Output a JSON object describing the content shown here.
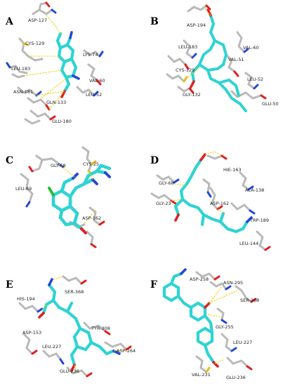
{
  "figure": {
    "colors": {
      "ligand": "#2fd3d3",
      "ligand_dark": "#12a5a5",
      "residue": "#b9b9b9",
      "residue_dark": "#8e8e8e",
      "oxygen": "#e02020",
      "nitrogen": "#2448d8",
      "sulfur": "#e0c020",
      "hbond": "#e8d000",
      "chlorine": "#22c030"
    },
    "panels": [
      {
        "label": "A",
        "residues": [
          "ASP-127",
          "CYS-129",
          "LYS-74",
          "LEU-183",
          "VAL-60",
          "ASN-181",
          "GLN-133",
          "LEU-52",
          "GLU-180"
        ]
      },
      {
        "label": "B",
        "residues": [
          "ASP-194",
          "LEU-183",
          "VAL-60",
          "VAL-51",
          "CYS-129",
          "GLY-132",
          "LEU-52",
          "GLU-50"
        ]
      },
      {
        "label": "C",
        "residues": [
          "GLY-68",
          "CYS-25",
          "LEU-69",
          "ASP-162"
        ]
      },
      {
        "label": "D",
        "residues": [
          "HIE-163",
          "GLY-68",
          "ALA-138",
          "GLY-23",
          "ASP-162",
          "TRP-189",
          "LEU-144"
        ]
      },
      {
        "label": "E",
        "residues": [
          "SER-368",
          "HIS-194",
          "TYR-308",
          "ASP-153",
          "LEU-227",
          "ASP-264",
          "GLU-236"
        ]
      },
      {
        "label": "F",
        "residues": [
          "ASP-258",
          "ASN-295",
          "SER-368",
          "GLY-255",
          "LEU-227",
          "VAL-231",
          "GLU-236"
        ]
      }
    ]
  }
}
